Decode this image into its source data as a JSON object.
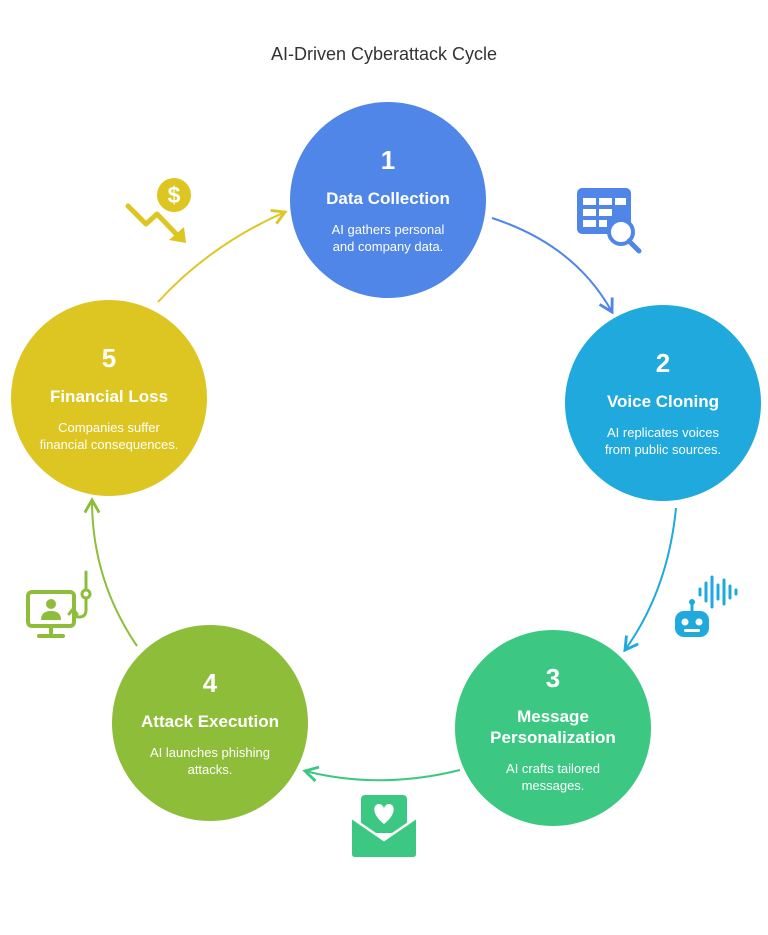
{
  "title": "AI-Driven Cyberattack Cycle",
  "colors": {
    "stage1": "#4F86E7",
    "stage2": "#1FA9DC",
    "stage3": "#3CC882",
    "stage4": "#8EBD3A",
    "stage5": "#DDC622",
    "arrow1": "#4F86E7",
    "arrow2": "#1FA9DC",
    "arrow3": "#3CC882",
    "arrow4": "#8EBD3A",
    "arrow5": "#DDC622"
  },
  "stages": [
    {
      "number": "1",
      "name": "Data Collection",
      "description": "AI gathers personal and company data.",
      "icon": "spreadsheet-search-icon"
    },
    {
      "number": "2",
      "name": "Voice Cloning",
      "description": "AI replicates voices from public sources.",
      "icon": "robot-voice-icon"
    },
    {
      "number": "3",
      "name": "Message Personalization",
      "description": "AI crafts tailored messages.",
      "icon": "love-letter-icon"
    },
    {
      "number": "4",
      "name": "Attack Execution",
      "description": "AI launches phishing attacks.",
      "icon": "monitor-phishing-hook-icon"
    },
    {
      "number": "5",
      "name": "Financial Loss",
      "description": "Companies suffer financial consequences.",
      "icon": "money-loss-icon"
    }
  ]
}
